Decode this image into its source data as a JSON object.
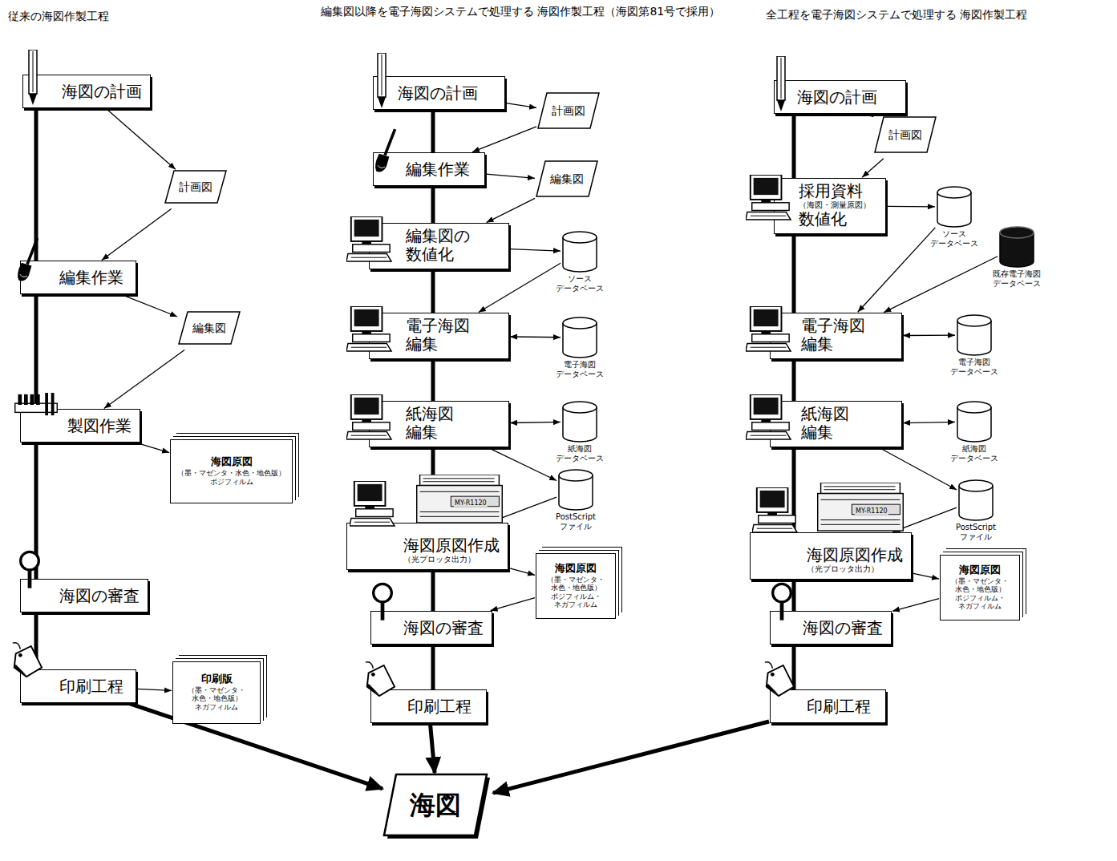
{
  "diagram": {
    "nodes": [
      {
        "text": [
          "海図の計画"
        ]
      },
      {
        "text": [
          "計画図"
        ]
      },
      {
        "text": [
          "編集作業"
        ]
      },
      {
        "text": [
          "編集図"
        ]
      },
      {
        "text": [
          "製図作業"
        ]
      },
      {
        "text": [
          "海図原図",
          "（墨・マゼンタ・水色・地色版）",
          "ポジフィルム"
        ]
      },
      {
        "text": [
          "海図の審査"
        ]
      },
      {
        "text": [
          "印刷工程"
        ]
      },
      {
        "text": [
          "印刷版",
          "（墨・マゼンタ・ 水色・地色版）",
          "ネガフィルム"
        ]
      },
      {
        "text": [
          "海図の計画"
        ]
      },
      {
        "text": [
          "計画図"
        ]
      },
      {
        "text": [
          "編集作業"
        ]
      },
      {
        "text": [
          "編集図"
        ]
      },
      {
        "text": [
          "編集図の 数値化"
        ]
      },
      {
        "text": [
          "ソース データベース"
        ]
      },
      {
        "text": [
          "電子海図 編集"
        ]
      },
      {
        "text": [
          "電子海図 データベース"
        ]
      },
      {
        "text": [
          "紙海図 編集"
        ]
      },
      {
        "text": [
          "紙海図 データベース"
        ]
      },
      {
        "text": [
          "PostScript ファイル"
        ]
      },
      {
        "text": [
          "海図原図作成",
          "（光プロッタ出力）"
        ]
      },
      {
        "text": [
          "海図原図",
          "（墨・マゼンタ・ 水色・地色版）",
          "ポジフィルム・ ネガフィルム"
        ]
      },
      {
        "text": [
          "海図の審査"
        ]
      },
      {
        "text": [
          "印刷工程"
        ]
      },
      {
        "text": [
          "海図の計画"
        ]
      },
      {
        "text": [
          "計画図"
        ]
      },
      {
        "text": [
          "採用資料",
          "（海図・測量原図）",
          "数値化"
        ]
      },
      {
        "text": [
          "ソース データベース"
        ]
      },
      {
        "text": [
          "既存電子海図 データベース"
        ]
      },
      {
        "text": [
          "電子海図 編集"
        ]
      },
      {
        "text": [
          "電子海図 データベース"
        ]
      },
      {
        "text": [
          "紙海図 編集"
        ]
      },
      {
        "text": [
          "紙海図 データベース"
        ]
      },
      {
        "text": [
          "PostScript ファイル"
        ]
      },
      {
        "text": [
          "海図原図作成",
          "（光プロッタ出力）"
        ]
      },
      {
        "text": [
          "海図原図",
          "（墨・マゼンタ・ 水色・地色版）",
          "ポジフィルム・ ネガフィルム"
        ]
      },
      {
        "text": [
          "海図の審査"
        ]
      },
      {
        "text": [
          "印刷工程"
        ]
      },
      {
        "text": [
          "海図"
        ]
      }
    ],
    "edges": [
      {
        "from": 0,
        "to": 2,
        "arrow": "none"
      },
      {
        "from": 2,
        "to": 4,
        "arrow": "none"
      },
      {
        "from": 4,
        "to": 6,
        "arrow": "none"
      },
      {
        "from": 6,
        "to": 7,
        "arrow": "none"
      },
      {
        "from": 0,
        "to": 1,
        "arrow": "to"
      },
      {
        "from": 1,
        "to": 2,
        "arrow": "to"
      },
      {
        "from": 2,
        "to": 3,
        "arrow": "to"
      },
      {
        "from": 3,
        "to": 4,
        "arrow": "to"
      },
      {
        "from": 4,
        "to": 5,
        "arrow": "to"
      },
      {
        "from": 7,
        "to": 8,
        "arrow": "to"
      },
      {
        "from": 7,
        "to": 38,
        "arrow": "to"
      },
      {
        "from": 9,
        "to": 11,
        "arrow": "none"
      },
      {
        "from": 11,
        "to": 13,
        "arrow": "none"
      },
      {
        "from": 13,
        "to": 15,
        "arrow": "none"
      },
      {
        "from": 15,
        "to": 17,
        "arrow": "none"
      },
      {
        "from": 17,
        "to": 20,
        "arrow": "none"
      },
      {
        "from": 20,
        "to": 22,
        "arrow": "none"
      },
      {
        "from": 22,
        "to": 23,
        "arrow": "none"
      },
      {
        "from": 9,
        "to": 10,
        "arrow": "to"
      },
      {
        "from": 10,
        "to": 11,
        "arrow": "to"
      },
      {
        "from": 11,
        "to": 12,
        "arrow": "to"
      },
      {
        "from": 12,
        "to": 13,
        "arrow": "to"
      },
      {
        "from": 13,
        "to": 14,
        "arrow": "to"
      },
      {
        "from": 14,
        "to": 15,
        "arrow": "to"
      },
      {
        "from": 15,
        "to": 16,
        "arrow": "both"
      },
      {
        "from": 17,
        "to": 18,
        "arrow": "both"
      },
      {
        "from": 17,
        "to": 19,
        "arrow": "to"
      },
      {
        "from": 19,
        "to": 20,
        "arrow": "to"
      },
      {
        "from": 20,
        "to": 21,
        "arrow": "to"
      },
      {
        "from": 21,
        "to": 22,
        "arrow": "to"
      },
      {
        "from": 23,
        "to": 38,
        "arrow": "to"
      },
      {
        "from": 24,
        "to": 26,
        "arrow": "none"
      },
      {
        "from": 26,
        "to": 29,
        "arrow": "none"
      },
      {
        "from": 29,
        "to": 31,
        "arrow": "none"
      },
      {
        "from": 31,
        "to": 34,
        "arrow": "none"
      },
      {
        "from": 34,
        "to": 36,
        "arrow": "none"
      },
      {
        "from": 36,
        "to": 37,
        "arrow": "none"
      },
      {
        "from": 24,
        "to": 25,
        "arrow": "to"
      },
      {
        "from": 25,
        "to": 26,
        "arrow": "to"
      },
      {
        "from": 26,
        "to": 27,
        "arrow": "to"
      },
      {
        "from": 27,
        "to": 29,
        "arrow": "to"
      },
      {
        "from": 28,
        "to": 29,
        "arrow": "to"
      },
      {
        "from": 29,
        "to": 30,
        "arrow": "both"
      },
      {
        "from": 31,
        "to": 32,
        "arrow": "both"
      },
      {
        "from": 31,
        "to": 33,
        "arrow": "to"
      },
      {
        "from": 33,
        "to": 34,
        "arrow": "to"
      },
      {
        "from": 34,
        "to": 35,
        "arrow": "to"
      },
      {
        "from": 35,
        "to": 36,
        "arrow": "to"
      },
      {
        "from": 37,
        "to": 38,
        "arrow": "to"
      }
    ],
    "labels": [
      "従来の海図作製工程",
      "編集図以降を電子海図システムで処理する 海図作製工程（海図第81号で採用）",
      "全工程を電子海図システムで処理する 海図作製工程",
      "MY-R1120",
      "MY-R1120"
    ]
  }
}
